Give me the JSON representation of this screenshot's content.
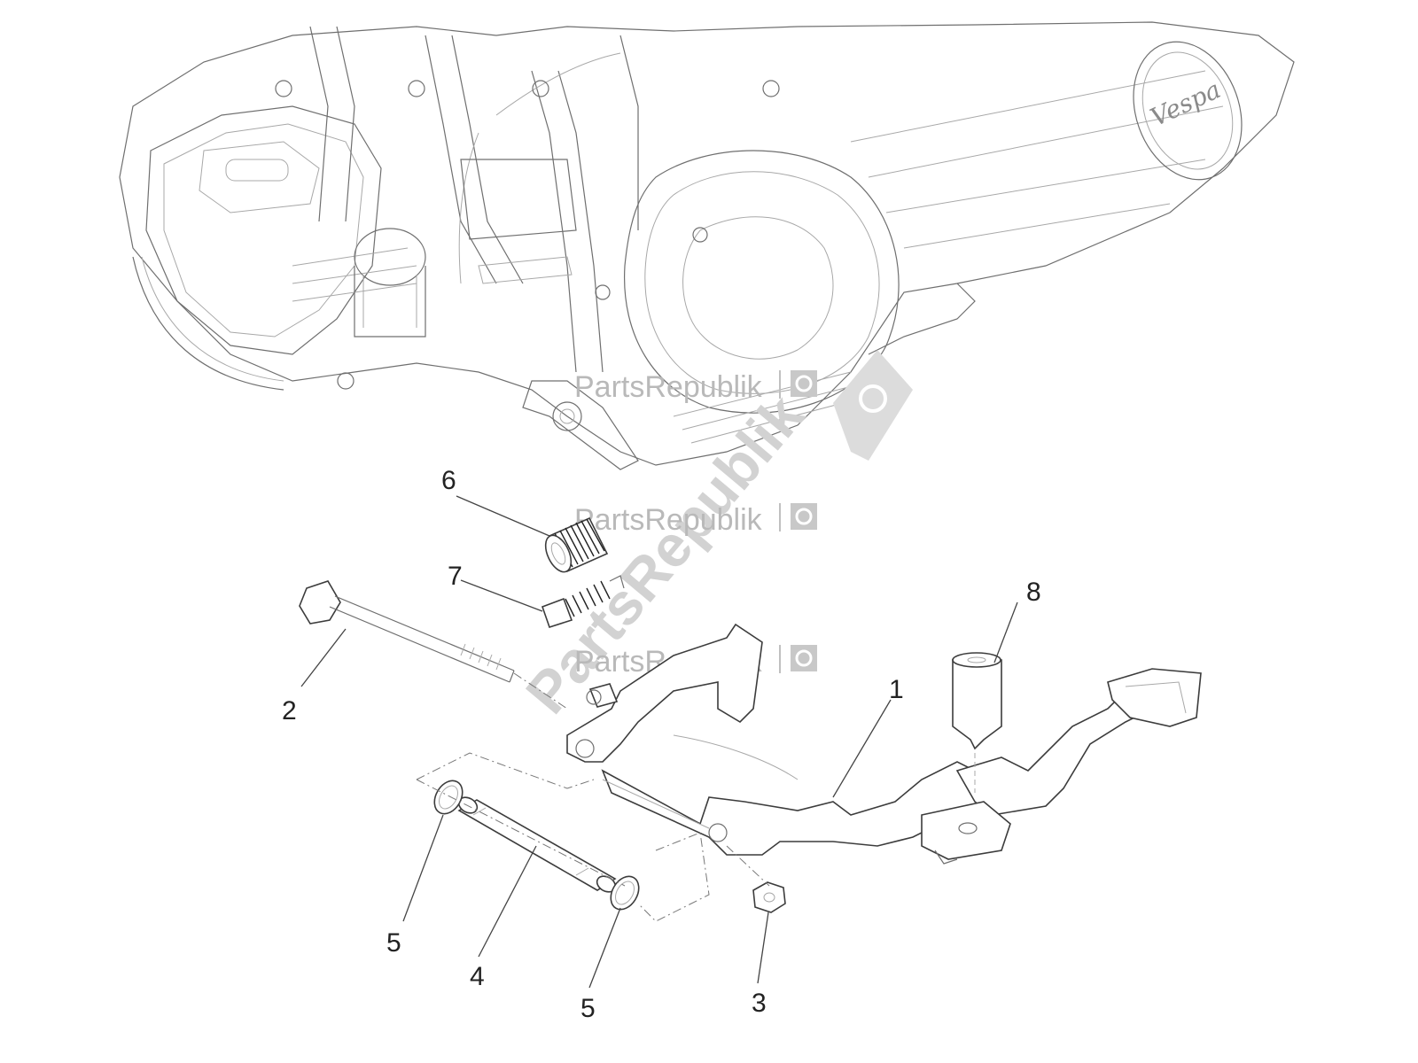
{
  "diagram": {
    "callouts": [
      {
        "id": "1",
        "label": "1"
      },
      {
        "id": "2",
        "label": "2"
      },
      {
        "id": "3",
        "label": "3"
      },
      {
        "id": "4",
        "label": "4"
      },
      {
        "id": "5a",
        "label": "5"
      },
      {
        "id": "5b",
        "label": "5"
      },
      {
        "id": "6",
        "label": "6"
      },
      {
        "id": "7",
        "label": "7"
      },
      {
        "id": "8",
        "label": "8"
      }
    ]
  },
  "watermark": {
    "text": "PartsRepublik",
    "brand_on_cover": "Vespa"
  },
  "colors": {
    "line": "#6f6f6f",
    "part": "#3c3c3c",
    "watermark": "#b9b9b9"
  }
}
